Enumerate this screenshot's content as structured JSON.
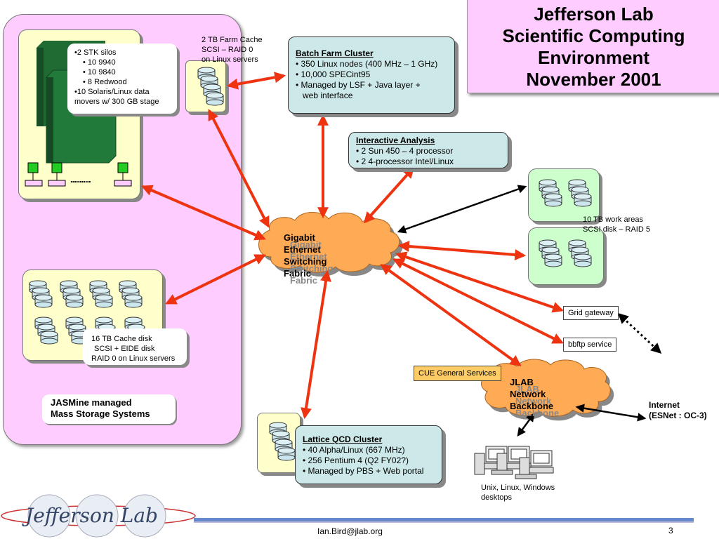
{
  "title": [
    "Jefferson Lab",
    "Scientific Computing",
    "Environment",
    "November 2001"
  ],
  "silos_note": [
    "•2 STK silos",
    "• 10 9940",
    "• 10 9840",
    "• 8 Redwood",
    "•10 Solaris/Linux data",
    "movers w/ 300 GB stage"
  ],
  "silo_dots": "...........",
  "farm_cache_label": [
    "2 TB Farm Cache",
    "SCSI – RAID 0",
    "on Linux servers"
  ],
  "batch_farm": {
    "heading": "Batch Farm Cluster",
    "items": [
      "• 350 Linux nodes (400 MHz – 1 GHz)",
      "• 10,000 SPECint95",
      "• Managed by LSF + Java layer +",
      "web interface"
    ]
  },
  "interactive": {
    "heading": "Interactive Analysis",
    "items": [
      "• 2 Sun 450 – 4 processor",
      "• 2 4-processor Intel/Linux"
    ]
  },
  "gigabit_fabric": [
    "Gigabit",
    "Ethernet",
    "Switching",
    "Fabric"
  ],
  "work_areas_label": [
    "10 TB work areas",
    "SCSI disk – RAID 5"
  ],
  "cache_disk_label": [
    "16 TB Cache disk",
    "SCSI + EIDE disk",
    "RAID 0 on Linux servers"
  ],
  "jasmine_label": [
    "JASMine managed",
    "Mass Storage Systems"
  ],
  "grid_gateway": "Grid gateway",
  "bbftp_service": "bbftp service",
  "cue_services": "CUE General Services",
  "jlab_backbone": [
    "JLAB",
    "Network",
    "Backbone"
  ],
  "internet_label": [
    "Internet",
    "(ESNet : OC-3)"
  ],
  "lattice_qcd": {
    "heading": "Lattice QCD Cluster",
    "items": [
      "• 40 Alpha/Linux (667 MHz)",
      "• 256 Pentium 4 (Q2 FY02?)",
      "• Managed by PBS + Web portal"
    ]
  },
  "desktops_label": [
    "Unix, Linux, Windows",
    "desktops"
  ],
  "logo_text": "Jefferson Lab",
  "footer_email": "Ian.Bird@jlab.org",
  "page_number": "3",
  "colors": {
    "arrow": "#ee3311",
    "title_bg": "#ffccff",
    "storage_bg": "#ffccff",
    "box_blue": "#cce8e8",
    "panel_yellow": "#ffffcc",
    "panel_green": "#ccffcc",
    "cloud": "#ffaa55",
    "silo": "#226633"
  }
}
